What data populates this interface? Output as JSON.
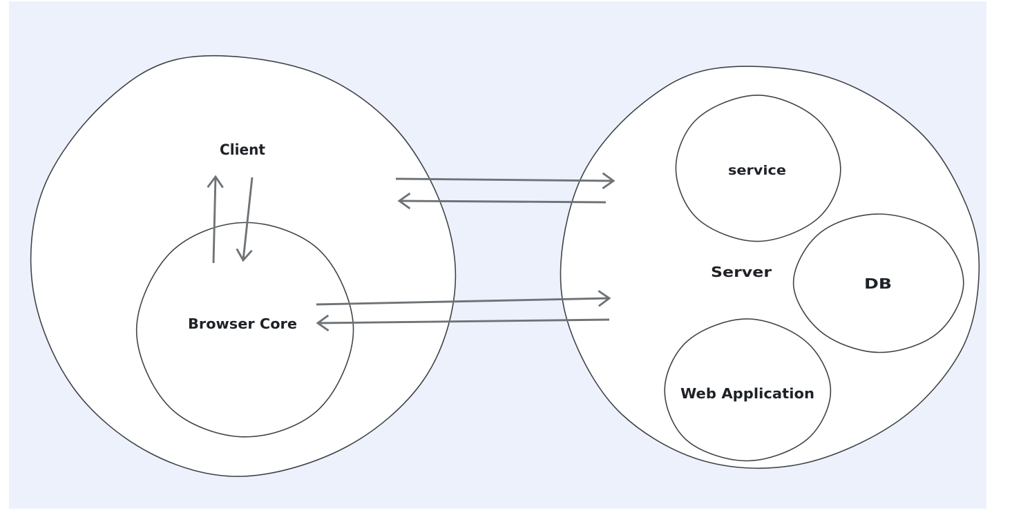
{
  "colors": {
    "canvas_background": "#edf1fb",
    "page_background": "#ffffff",
    "shape_stroke": "#3f4346",
    "arrow": "#6e7377",
    "text": "#1e2227",
    "shape_fill": "#ffffff"
  },
  "diagram": {
    "client": {
      "label": "Client"
    },
    "browser_core": {
      "label": "Browser Core"
    },
    "server": {
      "label": "Server"
    },
    "service": {
      "label": "service"
    },
    "db": {
      "label": "DB"
    },
    "web_application": {
      "label": "Web Application"
    },
    "arrows": [
      {
        "name": "browser-core-to-client",
        "direction": "up"
      },
      {
        "name": "client-to-browser-core",
        "direction": "down"
      },
      {
        "name": "client-to-server",
        "direction": "right"
      },
      {
        "name": "server-to-client",
        "direction": "left"
      },
      {
        "name": "browser-core-to-server",
        "direction": "right"
      },
      {
        "name": "server-to-browser-core",
        "direction": "left"
      }
    ]
  }
}
